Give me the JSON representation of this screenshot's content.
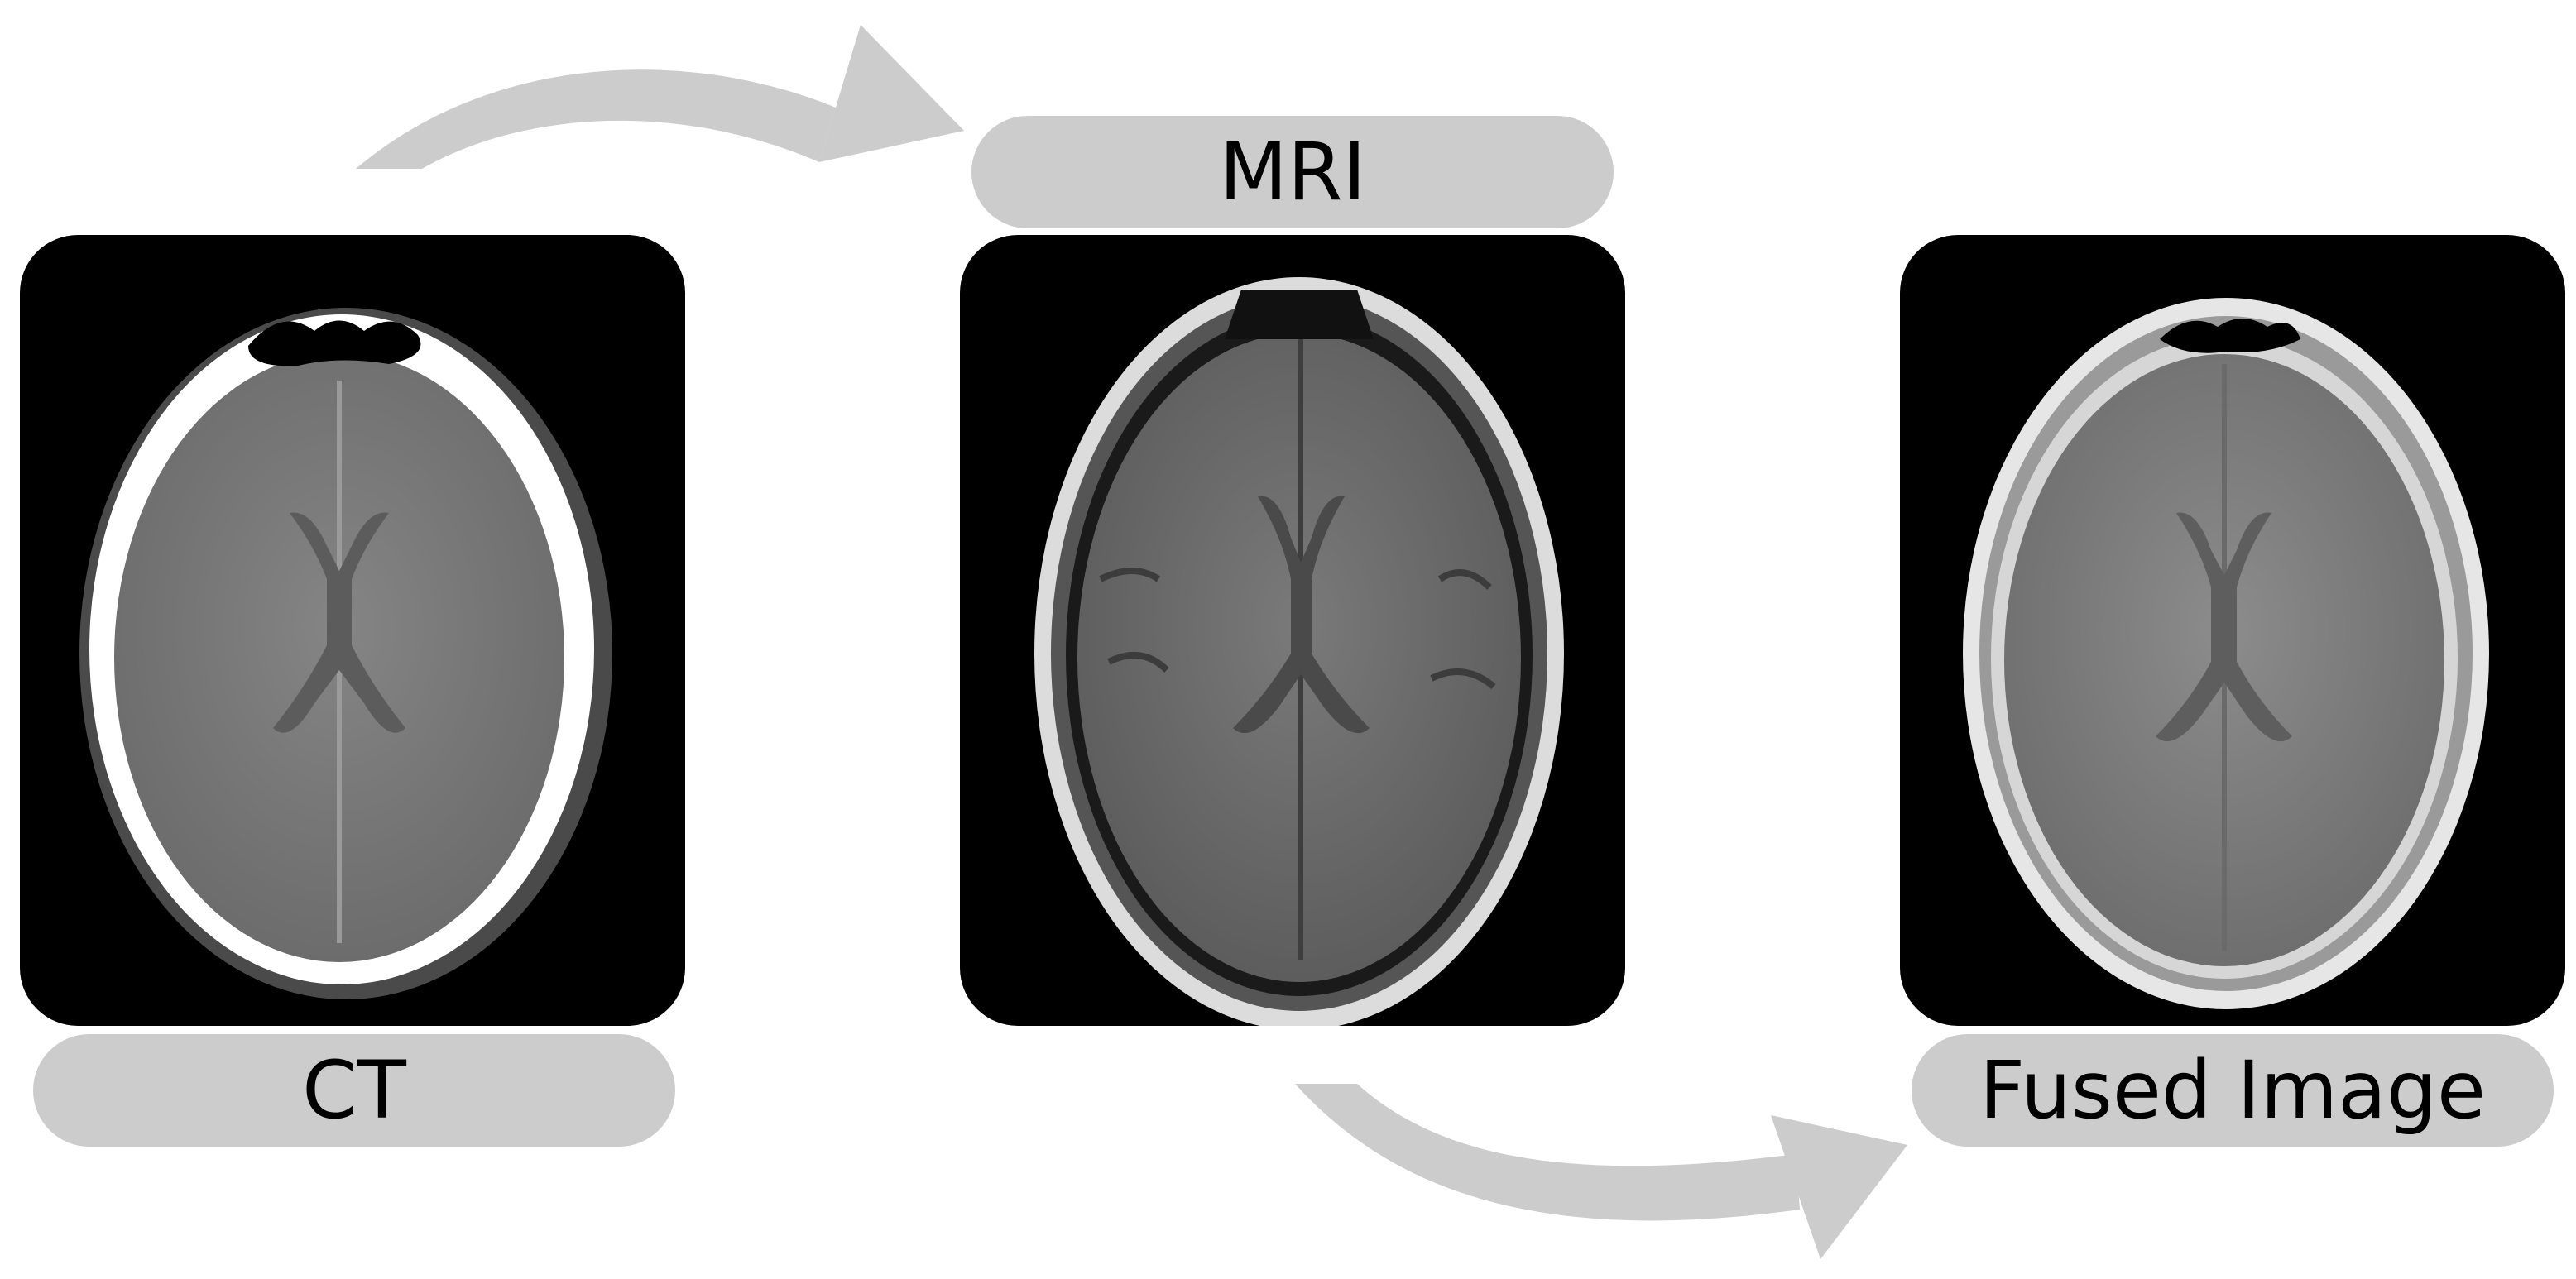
{
  "colors": {
    "background": "#ffffff",
    "label_pill": "#cccccc",
    "arrow": "#cccccc",
    "panel": "#000000",
    "ct_skull": "#ffffff",
    "ct_brain": "#7a7a7a",
    "mri_skull": "#e6e6e6",
    "mri_brain": "#6e6e6e",
    "fused_brain": "#808080"
  },
  "panels": [
    {
      "id": "ct",
      "label": "CT",
      "image": "ct-brain-scan"
    },
    {
      "id": "mri",
      "label": "MRI",
      "image": "mri-brain-scan"
    },
    {
      "id": "fused",
      "label": "Fused Image",
      "image": "fused-brain-scan"
    }
  ],
  "arrows": [
    {
      "from": "ct",
      "to": "mri"
    },
    {
      "from": "mri",
      "to": "fused"
    }
  ]
}
